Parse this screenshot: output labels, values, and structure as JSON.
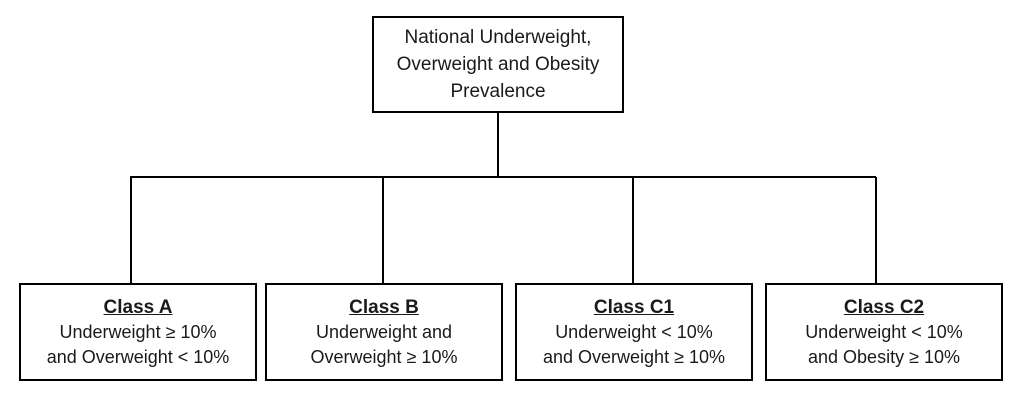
{
  "root": {
    "lines": [
      "National Underweight,",
      "Overweight and Obesity",
      "Prevalence"
    ]
  },
  "classes": [
    {
      "name": "Class A",
      "lines": [
        "Underweight ≥ 10%",
        "and Overweight < 10%"
      ]
    },
    {
      "name": "Class B",
      "lines": [
        "Underweight and",
        "Overweight ≥ 10%"
      ]
    },
    {
      "name": "Class C1",
      "lines": [
        "Underweight < 10%",
        "and Overweight ≥ 10%"
      ]
    },
    {
      "name": "Class C2",
      "lines": [
        "Underweight < 10%",
        "and Obesity ≥ 10%"
      ]
    }
  ],
  "colors": {
    "line": "#000000",
    "text": "#1a1a1a",
    "background": "#ffffff"
  }
}
